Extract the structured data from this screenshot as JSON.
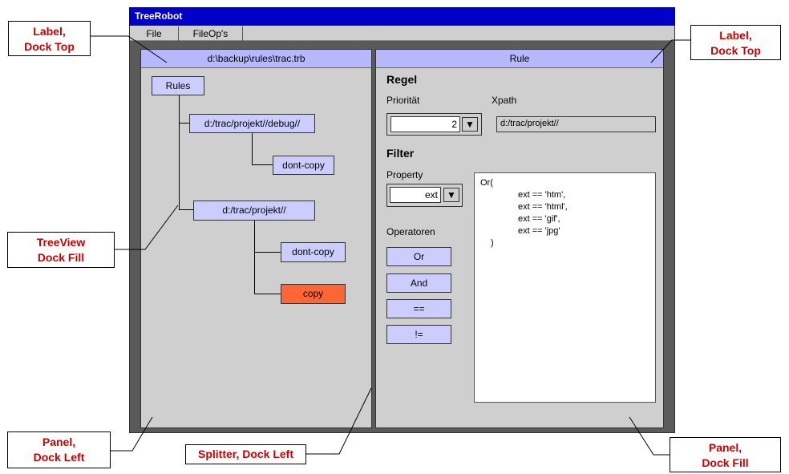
{
  "window": {
    "title": "TreeRobot"
  },
  "menu": [
    "File",
    "FileOp's"
  ],
  "left_panel": {
    "label": "d:\\backup\\rules\\trac.trb"
  },
  "tree": {
    "root": "Rules",
    "n1": "d:/trac/projekt//debug//",
    "n1_child": "dont-copy",
    "n2": "d:/trac/projekt//",
    "n2_child1": "dont-copy",
    "n2_child2": "copy"
  },
  "right_panel": {
    "label": "Rule",
    "regel_heading": "Regel",
    "prioritaet_label": "Priorität",
    "prioritaet_value": "2",
    "xpath_label": "Xpath",
    "xpath_value": "d:/trac/projekt//",
    "filter_heading": "Filter",
    "property_label": "Property",
    "property_value": "ext",
    "operatoren_label": "Operatoren",
    "operators": [
      "Or",
      "And",
      "==",
      "!="
    ],
    "expression": [
      "Or(",
      "ext == 'htm',",
      "ext == 'html',",
      "ext == 'gif',",
      "ext == 'jpg'",
      ")"
    ]
  },
  "callouts": {
    "label_top_left": [
      "Label,",
      "Dock Top"
    ],
    "label_top_right": [
      "Label,",
      "Dock Top"
    ],
    "treeview": [
      "TreeView",
      "Dock Fill"
    ],
    "panel_left": [
      "Panel,",
      "Dock Left"
    ],
    "splitter": "Splitter, Dock Left",
    "panel_fill": [
      "Panel,",
      "Dock Fill"
    ]
  }
}
